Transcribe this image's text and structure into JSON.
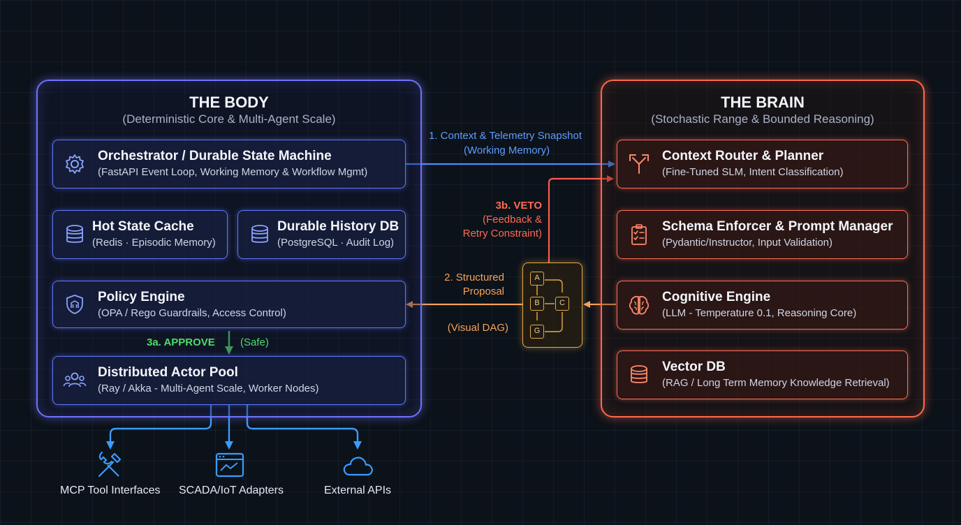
{
  "colors": {
    "body_accent": "#6f73ff",
    "brain_accent": "#ff6a4d",
    "context_arrow": "#4a8cff",
    "proposal_arrow": "#f5a25a",
    "veto_arrow": "#ff5a52",
    "approve_arrow": "#4ddc6a",
    "dag_accent": "#e7a84a"
  },
  "body": {
    "title": "THE BODY",
    "subtitle": "(Deterministic Core & Multi-Agent Scale)",
    "orchestrator": {
      "title": "Orchestrator / Durable State Machine",
      "desc": "(FastAPI Event Loop, Working Memory & Workflow Mgmt)",
      "icon": "gear-icon"
    },
    "hot_cache": {
      "title": "Hot State Cache",
      "desc": "(Redis · Episodic Memory)",
      "icon": "database-icon"
    },
    "history_db": {
      "title": "Durable History DB",
      "desc": "(PostgreSQL · Audit Log)",
      "icon": "database-icon"
    },
    "policy": {
      "title": "Policy Engine",
      "desc": "(OPA / Rego Guardrails, Access Control)",
      "icon": "shield-icon"
    },
    "actor_pool": {
      "title": "Distributed Actor Pool",
      "desc": "(Ray / Akka - Multi-Agent Scale, Worker Nodes)",
      "icon": "users-icon"
    }
  },
  "brain": {
    "title": "THE BRAIN",
    "subtitle": "(Stochastic Range & Bounded Reasoning)",
    "router": {
      "title": "Context Router & Planner",
      "desc": "(Fine-Tuned SLM, Intent Classification)",
      "icon": "split-arrows-icon"
    },
    "schema": {
      "title": "Schema Enforcer & Prompt Manager",
      "desc": "(Pydantic/Instructor, Input Validation)",
      "icon": "checklist-icon"
    },
    "cognitive": {
      "title": "Cognitive Engine",
      "desc": "(LLM - Temperature 0.1, Reasoning Core)",
      "icon": "brain-icon"
    },
    "vector": {
      "title": "Vector DB",
      "desc": "(RAG / Long Term Memory Knowledge Retrieval)",
      "icon": "database-icon"
    }
  },
  "flows": {
    "context": {
      "line1": "1. Context & Telemetry Snapshot",
      "line2": "(Working Memory)"
    },
    "veto": {
      "title": "3b. VETO",
      "line1": "(Feedback &",
      "line2": "Retry Constraint)"
    },
    "proposal": {
      "line1": "2. Structured",
      "line2": "Proposal"
    },
    "dag_label": "(Visual DAG)",
    "approve": {
      "label": "3a. APPROVE",
      "note": "(Safe)"
    }
  },
  "dag_nodes": [
    "A",
    "B",
    "C",
    "G"
  ],
  "externals": [
    {
      "label": "MCP Tool Interfaces",
      "icon": "tools-icon"
    },
    {
      "label": "SCADA/IoT Adapters",
      "icon": "dashboard-icon"
    },
    {
      "label": "External APIs",
      "icon": "cloud-icon"
    }
  ]
}
